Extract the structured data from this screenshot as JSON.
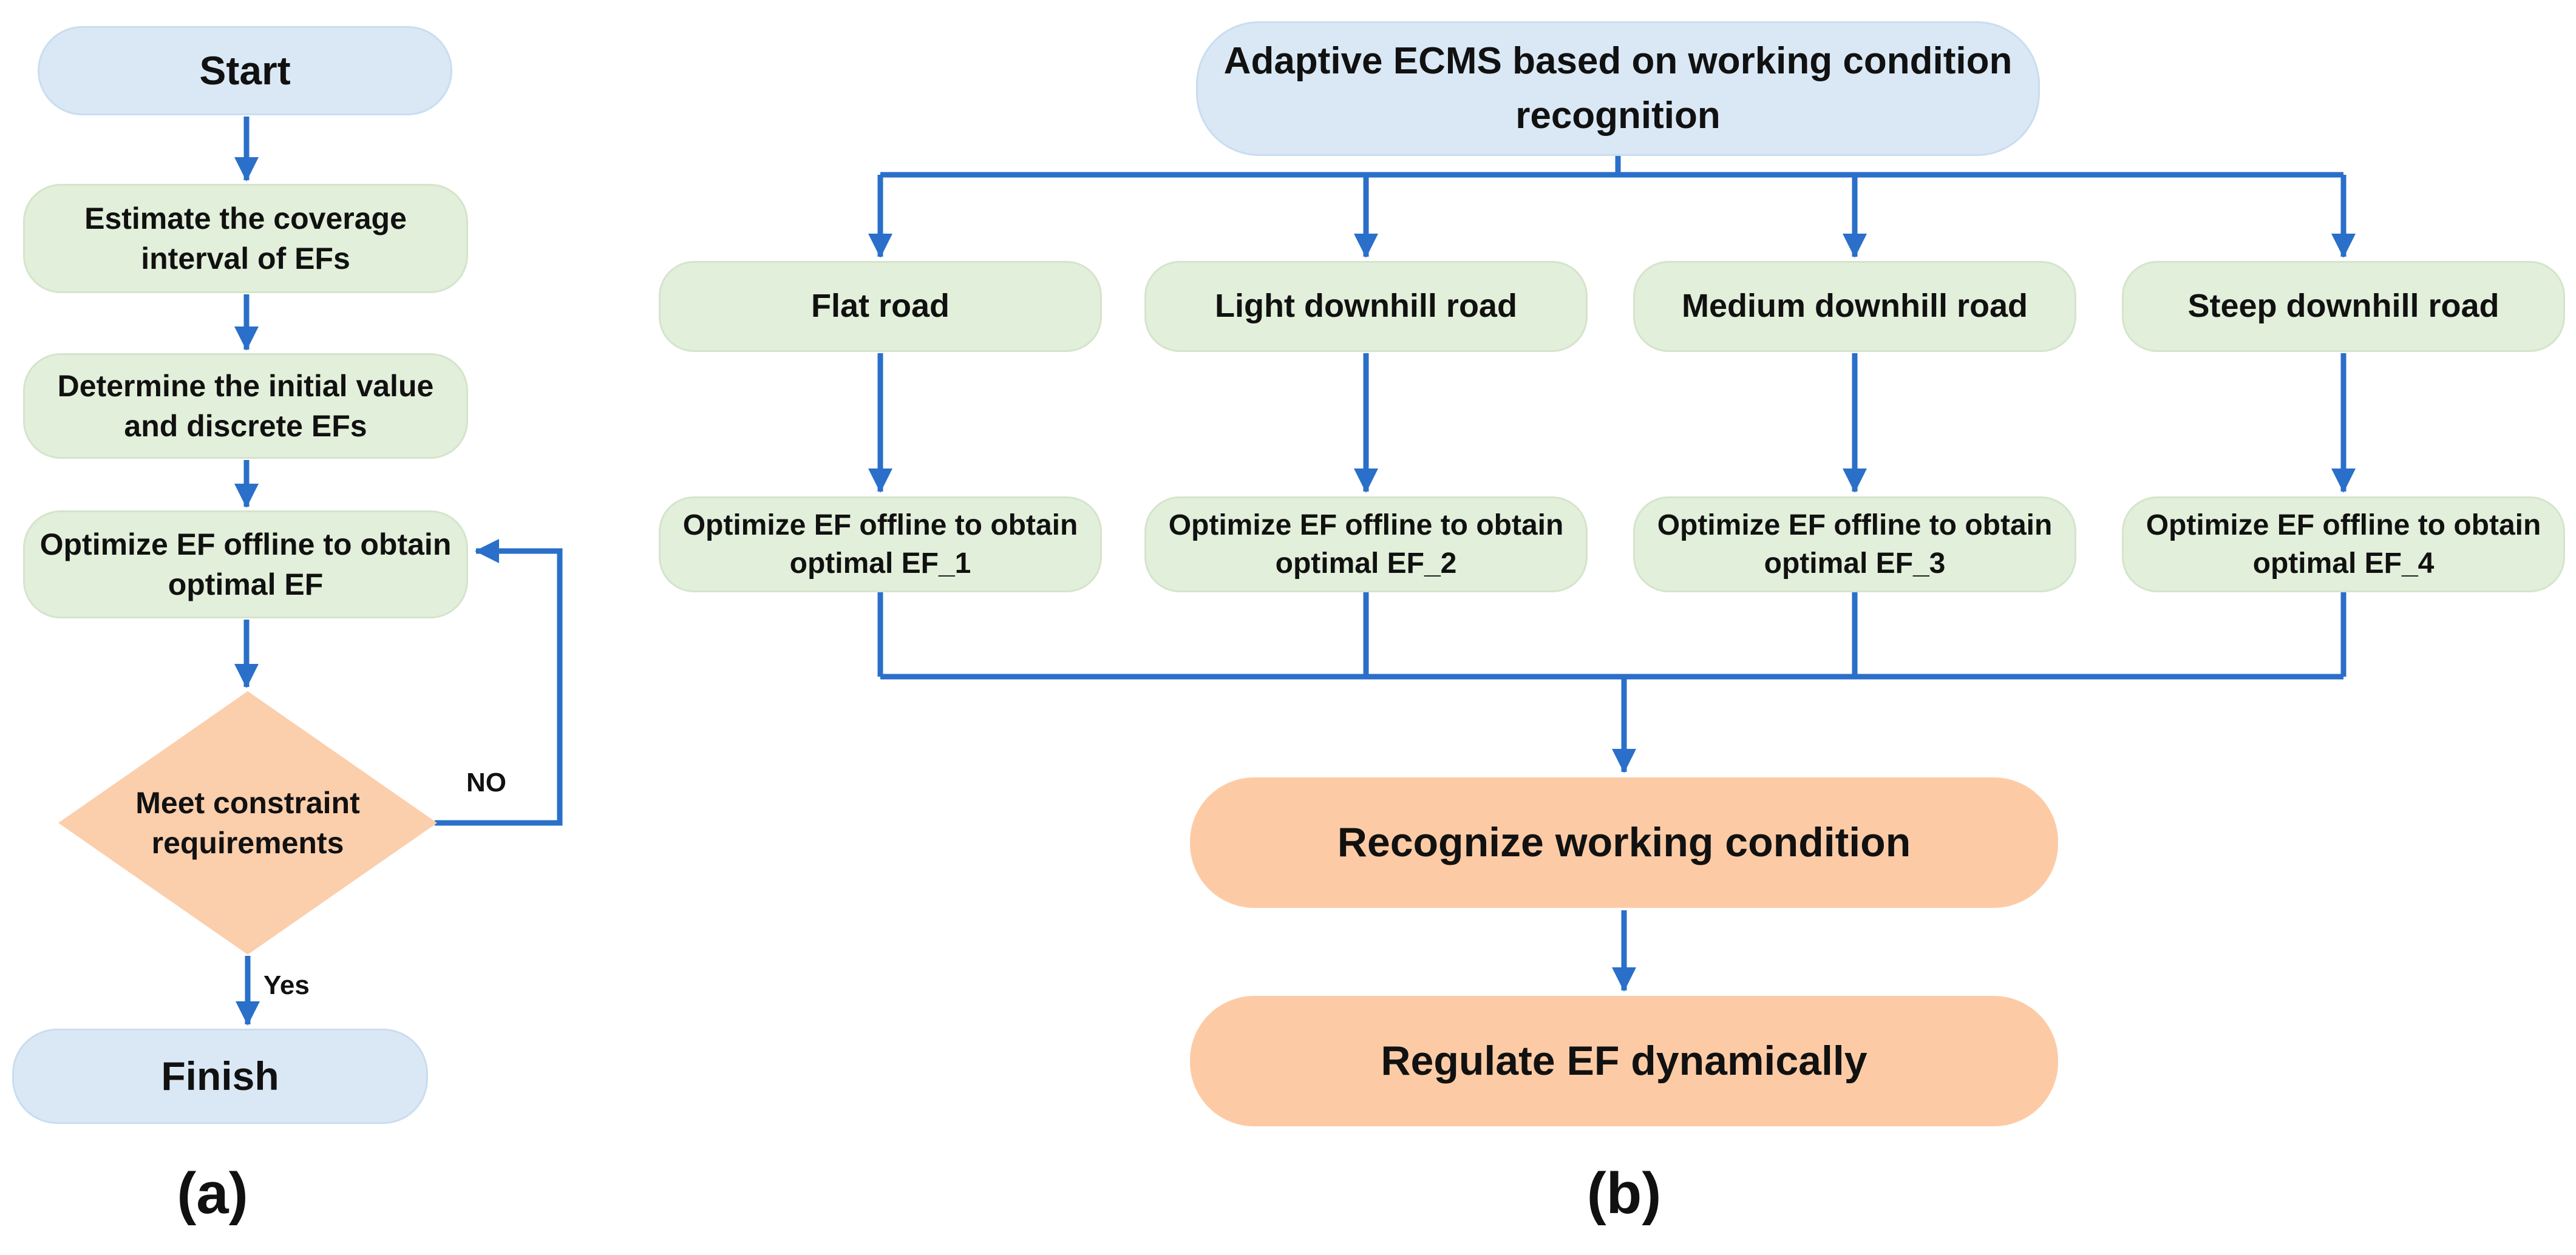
{
  "colors": {
    "node_blue": "#DAE8F5",
    "node_green": "#E2EFDA",
    "node_orange": "#FCCBA5",
    "diamond_fill": "#FBCEAC",
    "arrow_blue": "#2A6FC9",
    "text_color": "#111111",
    "bg": "#FFFFFF"
  },
  "flow_a": {
    "figure_label": "(a)",
    "start": "Start",
    "estimate_lines": {
      "0": "Estimate the coverage",
      "1": "interval of EFs"
    },
    "determine_lines": {
      "0": "Determine the initial value",
      "1": "and discrete EFs"
    },
    "optimize_lines": {
      "0": "Optimize EF offline to obtain",
      "1": "optimal EF"
    },
    "decision_lines": {
      "0": "Meet constraint",
      "1": "requirements"
    },
    "no_label": "NO",
    "yes_label": "Yes",
    "finish": "Finish"
  },
  "flow_b": {
    "figure_label": "(b)",
    "title_lines": {
      "0": "Adaptive ECMS based on working condition",
      "1": "recognition"
    },
    "branches": [
      {
        "condition": "Flat road",
        "action_lines": {
          "0": "Optimize EF offline to obtain",
          "1": "optimal EF_1"
        }
      },
      {
        "condition": "Light downhill road",
        "action_lines": {
          "0": "Optimize EF offline to obtain",
          "1": "optimal EF_2"
        }
      },
      {
        "condition": "Medium downhill road",
        "action_lines": {
          "0": "Optimize EF offline to obtain",
          "1": "optimal EF_3"
        }
      },
      {
        "condition": "Steep downhill road",
        "action_lines": {
          "0": "Optimize EF offline to obtain",
          "1": "optimal EF_4"
        }
      }
    ],
    "recognize": "Recognize working condition",
    "regulate": "Regulate EF dynamically"
  }
}
